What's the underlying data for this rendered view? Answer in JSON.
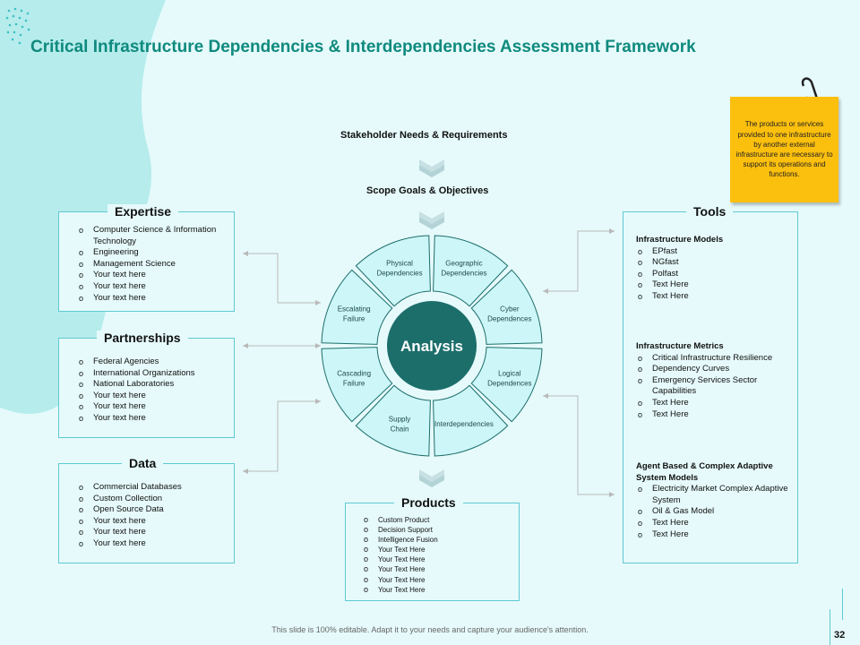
{
  "title": "Critical Infrastructure Dependencies & Interdependencies Assessment Framework",
  "flow": {
    "stakeholder": "Stakeholder Needs & Requirements",
    "scope": "Scope Goals & Objectives"
  },
  "center": "Analysis",
  "segments": [
    {
      "l1": "Physical",
      "l2": "Dependencies"
    },
    {
      "l1": "Geographic",
      "l2": "Dependencies"
    },
    {
      "l1": "Cyber",
      "l2": "Dependences"
    },
    {
      "l1": "Logical",
      "l2": "Dependences"
    },
    {
      "l1": "Interdependencies",
      "l2": ""
    },
    {
      "l1": "Supply",
      "l2": "Chain"
    },
    {
      "l1": "Cascading",
      "l2": "Failure"
    },
    {
      "l1": "Escalating",
      "l2": "Failure"
    }
  ],
  "expertise": {
    "title": "Expertise",
    "items": [
      "Computer Science & Information Technology",
      "Engineering",
      "Management Science",
      "Your text here",
      "Your text here",
      "Your text here"
    ]
  },
  "partnerships": {
    "title": "Partnerships",
    "items": [
      "Federal Agencies",
      "International Organizations",
      "National Laboratories",
      "Your text here",
      "Your text here",
      "Your text here"
    ]
  },
  "data_box": {
    "title": "Data",
    "items": [
      "Commercial Databases",
      "Custom Collection",
      "Open Source Data",
      "Your text here",
      "Your text here",
      "Your text here"
    ]
  },
  "products": {
    "title": "Products",
    "items": [
      "Custom Product",
      "Decision Support",
      "Intelligence Fusion",
      "Your Text Here",
      "Your Text Here",
      "Your Text Here",
      "Your Text Here",
      "Your Text Here"
    ]
  },
  "tools": {
    "title": "Tools",
    "sections": [
      {
        "heading": "Infrastructure Models",
        "items": [
          "EPfast",
          "NGfast",
          "Polfast",
          "Text Here",
          "Text Here"
        ]
      },
      {
        "heading": "Infrastructure Metrics",
        "items": [
          "Critical Infrastructure Resilience",
          "Dependency Curves",
          "Emergency Services Sector Capabilities",
          "Text Here",
          "Text Here"
        ]
      },
      {
        "heading": "Agent Based & Complex Adaptive System Models",
        "items": [
          "Electricity Market Complex Adaptive System",
          "Oil & Gas Model",
          "Text Here",
          "Text Here"
        ]
      }
    ]
  },
  "note": "The products or services provided to one infrastructure by another external infrastructure are necessary to support its operations and functions.",
  "footer": "This slide is 100% editable. Adapt it to your needs and capture your audience's attention.",
  "page_number": "32",
  "colors": {
    "title": "#0f8a7e",
    "box_border": "#5fc9d3",
    "segment": "#cdf6f8",
    "center": "#1c6e6b",
    "note": "#fbbf0e"
  }
}
